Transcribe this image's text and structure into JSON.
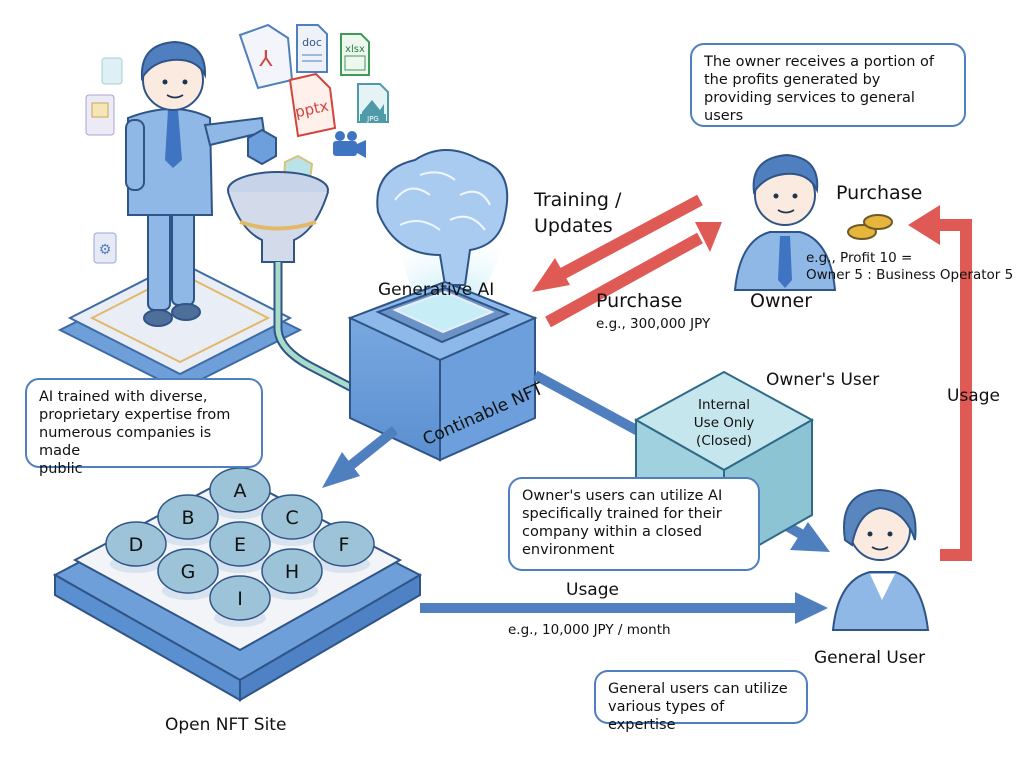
{
  "colors": {
    "accent_blue": "#4f7fbf",
    "cube_blue": "#6c9fdb",
    "arrow_red": "#e05a55",
    "closed_box": "#9fd1de",
    "coin_gold": "#e7b53c"
  },
  "bubbles": {
    "owner_profit": [
      "The owner receives a portion of",
      "the profits generated by",
      "providing services to general",
      "users"
    ],
    "open_ai": [
      "AI trained with diverse,",
      "proprietary expertise from",
      "numerous companies is made",
      "public"
    ],
    "owner_users": [
      "Owner's users can utilize AI",
      "specifically trained for their",
      "company within a closed",
      "environment"
    ],
    "general_users": [
      "General users can utilize",
      "various types of expertise"
    ]
  },
  "labels": {
    "training": [
      "Training /",
      "Updates"
    ],
    "generative_ai": "Generative AI",
    "purchase_left": "Purchase",
    "purchase_left_example": "e.g., 300,000 JPY",
    "owner": "Owner",
    "purchase_right": "Purchase",
    "profit_example": [
      "e.g., Profit 10 =",
      "Owner 5 : Business Operator 5"
    ],
    "continable_nft": "Continable NFT",
    "owners_user": "Owner's User",
    "internal_use": [
      "Internal",
      "Use Only",
      "(Closed)"
    ],
    "usage_right": "Usage",
    "usage_bottom": "Usage",
    "usage_example": "e.g., 10,000 JPY / month",
    "general_user": "General User",
    "open_nft_site": "Open NFT Site"
  },
  "file_icons": [
    "pdf",
    "doc",
    "xlsx",
    "pptx",
    "JPG",
    "video"
  ],
  "brains": [
    "A",
    "B",
    "C",
    "D",
    "E",
    "F",
    "G",
    "H",
    "I"
  ]
}
